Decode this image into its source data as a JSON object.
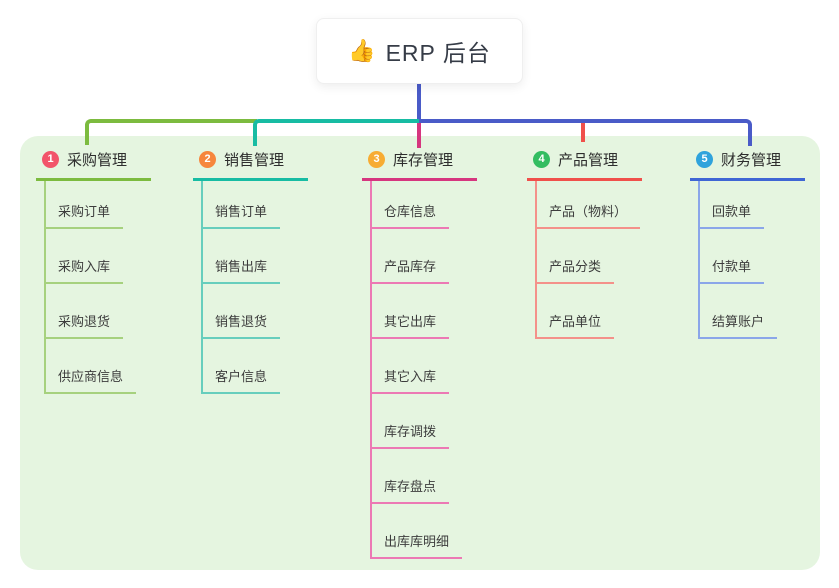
{
  "root": {
    "emoji": "👍",
    "label": "ERP 后台",
    "color": "#4A5BC8"
  },
  "board_bg": "#E5F5E0",
  "branches": [
    {
      "number": "1",
      "label": "采购管理",
      "color": "#7CBB3F",
      "light_color": "#A6D17E",
      "badge_color": "#F2546A",
      "children": [
        "采购订单",
        "采购入库",
        "采购退货",
        "供应商信息"
      ]
    },
    {
      "number": "2",
      "label": "销售管理",
      "color": "#17BCA3",
      "light_color": "#67CEBD",
      "badge_color": "#F6863C",
      "children": [
        "销售订单",
        "销售出库",
        "销售退货",
        "客户信息"
      ]
    },
    {
      "number": "3",
      "label": "库存管理",
      "color": "#D6367F",
      "light_color": "#EC79B4",
      "badge_color": "#F7AC33",
      "children": [
        "仓库信息",
        "产品库存",
        "其它出库",
        "其它入库",
        "库存调拨",
        "库存盘点",
        "出库库明细"
      ]
    },
    {
      "number": "4",
      "label": "产品管理",
      "color": "#F0504B",
      "light_color": "#F4918A",
      "badge_color": "#33BD61",
      "children": [
        "产品（物料）",
        "产品分类",
        "产品单位"
      ]
    },
    {
      "number": "5",
      "label": "财务管理",
      "color": "#3F66D4",
      "light_color": "#8BA6E9",
      "badge_color": "#2FA3DC",
      "children": [
        "回款单",
        "付款单",
        "结算账户"
      ]
    }
  ]
}
